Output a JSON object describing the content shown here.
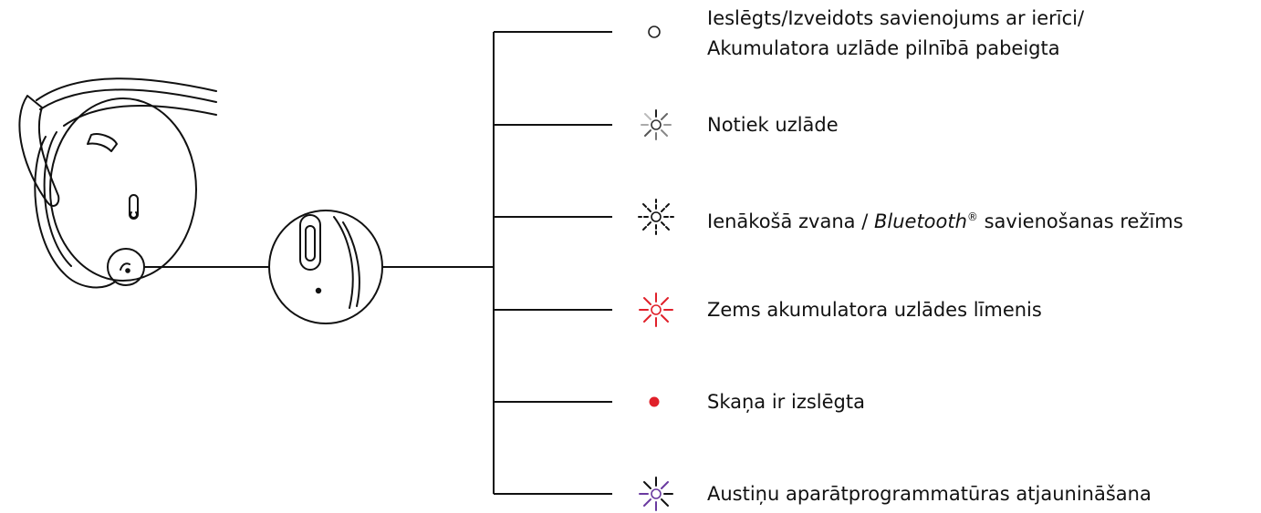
{
  "legend": {
    "items": [
      {
        "id": "on",
        "line1": "Ieslēgts/Izveidots savienojums ar ierīci/",
        "line2": "Akumulatora uzlāde pilnībā pabeigta",
        "indicator": "hollow-dot",
        "color": "#222222"
      },
      {
        "id": "charging",
        "text": "Notiek uzlāde",
        "indicator": "fading-burst",
        "color": "#888888"
      },
      {
        "id": "pairing",
        "pre": "Ienākošā zvana / ",
        "italic": "Bluetooth",
        "sup": "®",
        "post": " savienošanas režīms",
        "indicator": "dashed-burst",
        "color": "#111111"
      },
      {
        "id": "low-battery",
        "text": "Zems akumulatora uzlādes līmenis",
        "indicator": "burst",
        "color": "#e0202a"
      },
      {
        "id": "muted",
        "text": "Skaņa ir izslēgta",
        "indicator": "solid-dot",
        "color": "#e0202a"
      },
      {
        "id": "firmware",
        "text": "Austiņu aparātprogrammatūras atjaunināšana",
        "indicator": "burst",
        "color": "#6a3aa0"
      }
    ]
  }
}
